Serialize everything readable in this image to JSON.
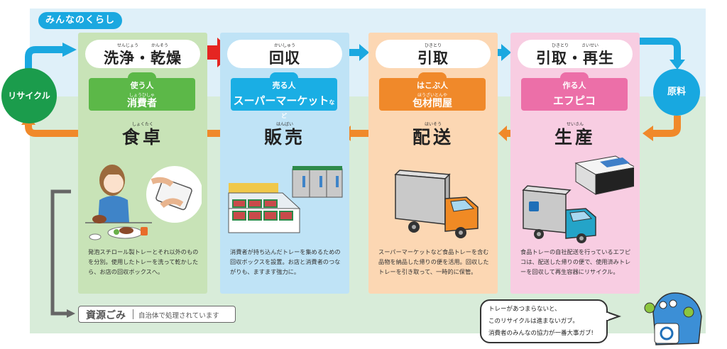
{
  "section_tag": "みんなのくらし",
  "cycle_circles": {
    "recycle": "リサイクル",
    "raw_material": "原料"
  },
  "columns": [
    {
      "top_step": {
        "ruby": "せんじょう　　　かんそう",
        "title": "洗浄・乾燥"
      },
      "role": {
        "who": "使う人",
        "ruby": "しょうひしゃ",
        "name": "消費者"
      },
      "stage": {
        "ruby": "しょくたく",
        "title": "食卓"
      },
      "illustration": "girl-eating-and-washing-tray",
      "description": "発泡スチロール製トレーとそれ以外のものを分別。使用したトレーを洗って乾かしたら、お店の回収ボックスへ。",
      "color": "#c8e3b7"
    },
    {
      "top_step": {
        "ruby": "かいしゅう",
        "title": "回収"
      },
      "role": {
        "who": "売る人",
        "ruby": "",
        "name": "スーパーマーケット",
        "suffix": "など"
      },
      "stage": {
        "ruby": "はんばい",
        "title": "販売"
      },
      "illustration": "supermarket-display-and-collection-boxes",
      "description": "消費者が持ち込んだトレーを集めるための回収ボックスを設置。お店と消費者のつながりも、ますます強力に。",
      "color": "#bfe3f6"
    },
    {
      "top_step": {
        "ruby": "ひきとり",
        "title": "引取"
      },
      "role": {
        "who": "はこぶ人",
        "ruby": "ほうざいとんや",
        "name": "包材問屋"
      },
      "stage": {
        "ruby": "はいそう",
        "title": "配送"
      },
      "illustration": "orange-delivery-truck",
      "description": "スーパーマーケットなど食品トレーを含む品物を納品した帰りの便を活用。回収したトレーを引き取って、一時的に保管。",
      "color": "#fcd7b3"
    },
    {
      "top_step": {
        "ruby": "ひきとり　　　さいせい",
        "title": "引取・再生"
      },
      "role": {
        "who": "作る人",
        "ruby": "",
        "name": "エフピコ"
      },
      "stage": {
        "ruby": "せいさん",
        "title": "生産"
      },
      "illustration": "blue-truck-and-factory",
      "description": "食品トレーの自社配送を行っているエフピコは、配送した帰りの便で、使用済みトレーを回収して再生容器にリサイクル。",
      "color": "#f8cde2"
    }
  ],
  "waste": {
    "label": "資源ごみ",
    "text": "自治体で処理されています"
  },
  "speech_bubble": {
    "lines": [
      "トレーがあつまらないと、",
      "このリサイクルは進まないガブ。",
      "消費者のみんなの協力が一番大事ガブ!"
    ]
  },
  "colors": {
    "flow_blue": "#1aa8e0",
    "flow_orange": "#f0892a",
    "flow_red": "#e52521",
    "waste_gray": "#666666"
  }
}
